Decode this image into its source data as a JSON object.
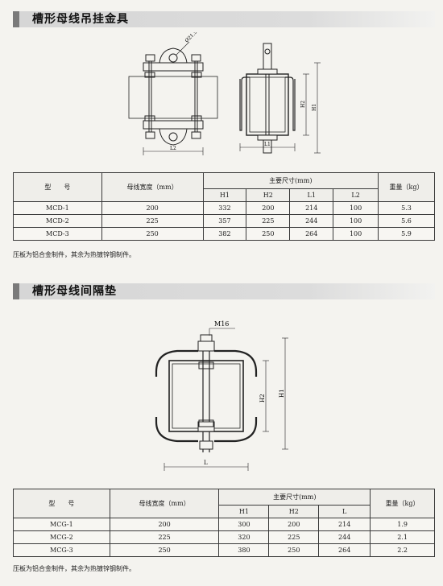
{
  "section1": {
    "title": "槽形母线吊挂金具",
    "drawing_labels": {
      "d": "Ø21.5",
      "h1": "H1",
      "h2": "H2",
      "l1": "L1",
      "l2": "L2"
    },
    "table": {
      "col_model": "型　　号",
      "col_width": "母线宽度（mm）",
      "col_dims": "主要尺寸(mm)",
      "col_weight": "重量（kg）",
      "sub_headers": [
        "H1",
        "H2",
        "L1",
        "L2"
      ],
      "rows": [
        {
          "model": "MCD-1",
          "width": "200",
          "h1": "332",
          "h2": "200",
          "l1": "214",
          "l2": "100",
          "weight": "5.3"
        },
        {
          "model": "MCD-2",
          "width": "225",
          "h1": "357",
          "h2": "225",
          "l1": "244",
          "l2": "100",
          "weight": "5.6"
        },
        {
          "model": "MCD-3",
          "width": "250",
          "h1": "382",
          "h2": "250",
          "l1": "264",
          "l2": "100",
          "weight": "5.9"
        }
      ]
    },
    "note": "压板为铝合金制件，其余为热镀锌钢制件。"
  },
  "section2": {
    "title": "槽形母线间隔垫",
    "drawing_labels": {
      "bolt": "M16",
      "h1": "H1",
      "h2": "H2",
      "l": "L"
    },
    "table": {
      "col_model": "型　　号",
      "col_width": "母线宽度（mm）",
      "col_dims": "主要尺寸(mm)",
      "col_weight": "重量（kg）",
      "sub_headers": [
        "H1",
        "H2",
        "L"
      ],
      "rows": [
        {
          "model": "MCG-1",
          "width": "200",
          "h1": "300",
          "h2": "200",
          "l": "214",
          "weight": "1.9"
        },
        {
          "model": "MCG-2",
          "width": "225",
          "h1": "320",
          "h2": "225",
          "l": "244",
          "weight": "2.1"
        },
        {
          "model": "MCG-3",
          "width": "250",
          "h1": "380",
          "h2": "250",
          "l": "264",
          "weight": "2.2"
        }
      ]
    },
    "note": "压板为铝合金制件，其余为热镀锌钢制件。"
  }
}
